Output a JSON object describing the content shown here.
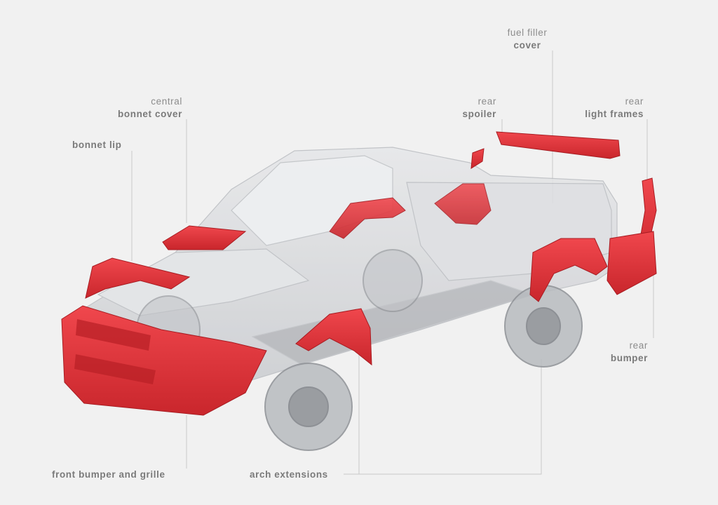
{
  "colors": {
    "background": "#f1f1f1",
    "accessory_red": "#e8353c",
    "label_text": "#8c8c8c",
    "leader_line": "#c9c9c9",
    "glass_body": "#d8dadd"
  },
  "labels": {
    "fuel_filler_cover": {
      "line1": "fuel filler",
      "line2": "cover"
    },
    "rear_spoiler": {
      "line1": "rear",
      "line2": "spoiler"
    },
    "rear_light_frames": {
      "line1": "rear",
      "line2": "light frames"
    },
    "central_bonnet_cover": {
      "line1": "central",
      "line2": "bonnet cover"
    },
    "bonnet_lip": {
      "text": "bonnet lip"
    },
    "rear_bumper": {
      "line1": "rear",
      "line2": "bumper"
    },
    "front_bumper_and_grille": {
      "text": "front bumper and grille"
    },
    "arch_extensions": {
      "text": "arch extensions"
    }
  }
}
